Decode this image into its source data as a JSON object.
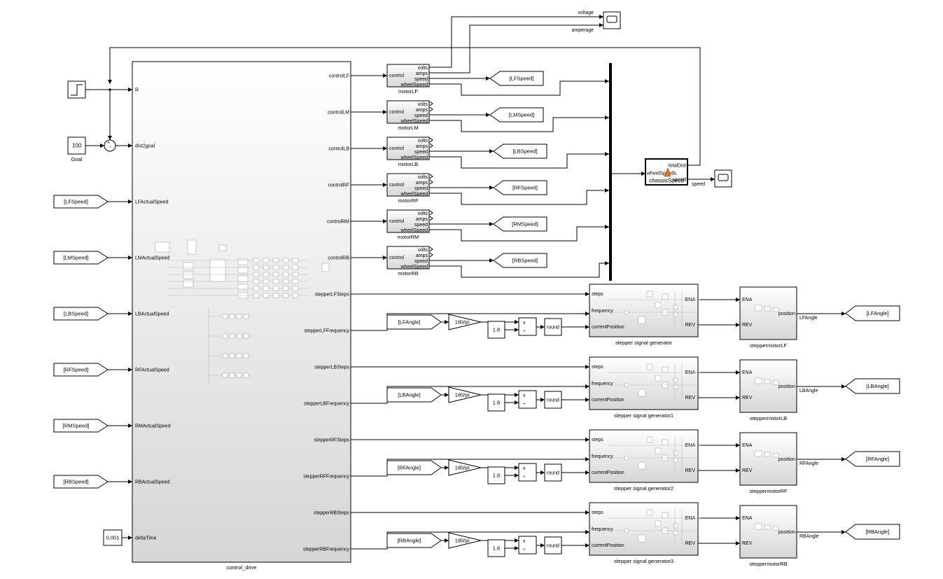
{
  "colors": {
    "line": "#000000",
    "background": "#ffffff",
    "block_gradient_bottom": "#d6d6d6",
    "faint": "#bbbbbb"
  },
  "icons": {
    "scope": "scope-icon",
    "step": "step-icon",
    "sum": "sum-icon",
    "matlab": "matlab-function-icon",
    "gain": "gain-triangle-icon",
    "goto": "goto-tag-icon",
    "from": "from-tag-icon"
  },
  "control_drive": {
    "name": "control_drive",
    "inputs": [
      "R",
      "dist2goal",
      "LFActualSpeed",
      "LMActualSpeed",
      "LBActualSpeed",
      "RFActualSpeed",
      "RMActualSpeed",
      "RBActualSpeed",
      "deltaTime"
    ],
    "outputs": [
      "controlLF",
      "controlLM",
      "controlLB",
      "controlRF",
      "controlRM",
      "controlRB",
      "stepperLFSteps",
      "stepperLFFrequency",
      "stepperLBSteps",
      "stepperLBFrequency",
      "stepperRFSteps",
      "stepperRFFrequency",
      "stepperRBSteps",
      "stepperRBFrequency"
    ]
  },
  "sources": {
    "goal": {
      "value": "100",
      "name": "Goal"
    },
    "delta_time": {
      "value": "0.001"
    },
    "sum_signs": [
      "+",
      "-"
    ]
  },
  "from_speed_tags": [
    "[LFSpeed]",
    "[LMSpeed]",
    "[LBSpeed]",
    "[RFSpeed]",
    "[RMSpeed]",
    "[RBSpeed]"
  ],
  "motors": [
    {
      "name": "motorLF",
      "goto": "[LFSpeed]"
    },
    {
      "name": "motorLM",
      "goto": "[LMSpeed]"
    },
    {
      "name": "motorLB",
      "goto": "[LBSpeed]"
    },
    {
      "name": "motorRF",
      "goto": "[RFSpeed]"
    },
    {
      "name": "motorRM",
      "goto": "[RMSpeed]"
    },
    {
      "name": "motorRB",
      "goto": "[RBSpeed]"
    }
  ],
  "motor_ports": {
    "input": "control",
    "outputs": [
      "volts",
      "amps",
      "speed",
      "wheelSpeed"
    ]
  },
  "top_signals": {
    "voltage": "voltage",
    "amperage": "amperage",
    "speed": "speed"
  },
  "chassis": {
    "name": "chassisSpeed",
    "input": "wheelSpeeds",
    "outputs": [
      "totalDist",
      "speed"
    ]
  },
  "steppers": [
    {
      "from": "[LFAngle]",
      "generator": "stepper signal generator",
      "motor": "steppermotorLF",
      "angle_signal": "LFAngle",
      "goto": "[LFAngle]"
    },
    {
      "from": "[LBAngle]",
      "generator": "stepper signal generator1",
      "motor": "steppermotorLB",
      "angle_signal": "LBAngle",
      "goto": "[LBAngle]"
    },
    {
      "from": "[RFAngle]",
      "generator": "stepper signal generator2",
      "motor": "steppermotorRF",
      "angle_signal": "RFAngle",
      "goto": "[RFAngle]"
    },
    {
      "from": "[RBAngle]",
      "generator": "stepper signal generator3",
      "motor": "steppermotorRB",
      "angle_signal": "RBAngle",
      "goto": "[RBAngle]"
    }
  ],
  "stepper_common": {
    "gain": "180/pi",
    "constant": "1.8",
    "product_signs": [
      "x",
      "÷"
    ],
    "round": "round",
    "generator_inputs": [
      "steps",
      "frequency",
      "currentPosition"
    ],
    "generator_outputs": [
      "ENA",
      "REV"
    ],
    "motor_inputs": [
      "ENA",
      "REV"
    ],
    "motor_output": "position"
  }
}
